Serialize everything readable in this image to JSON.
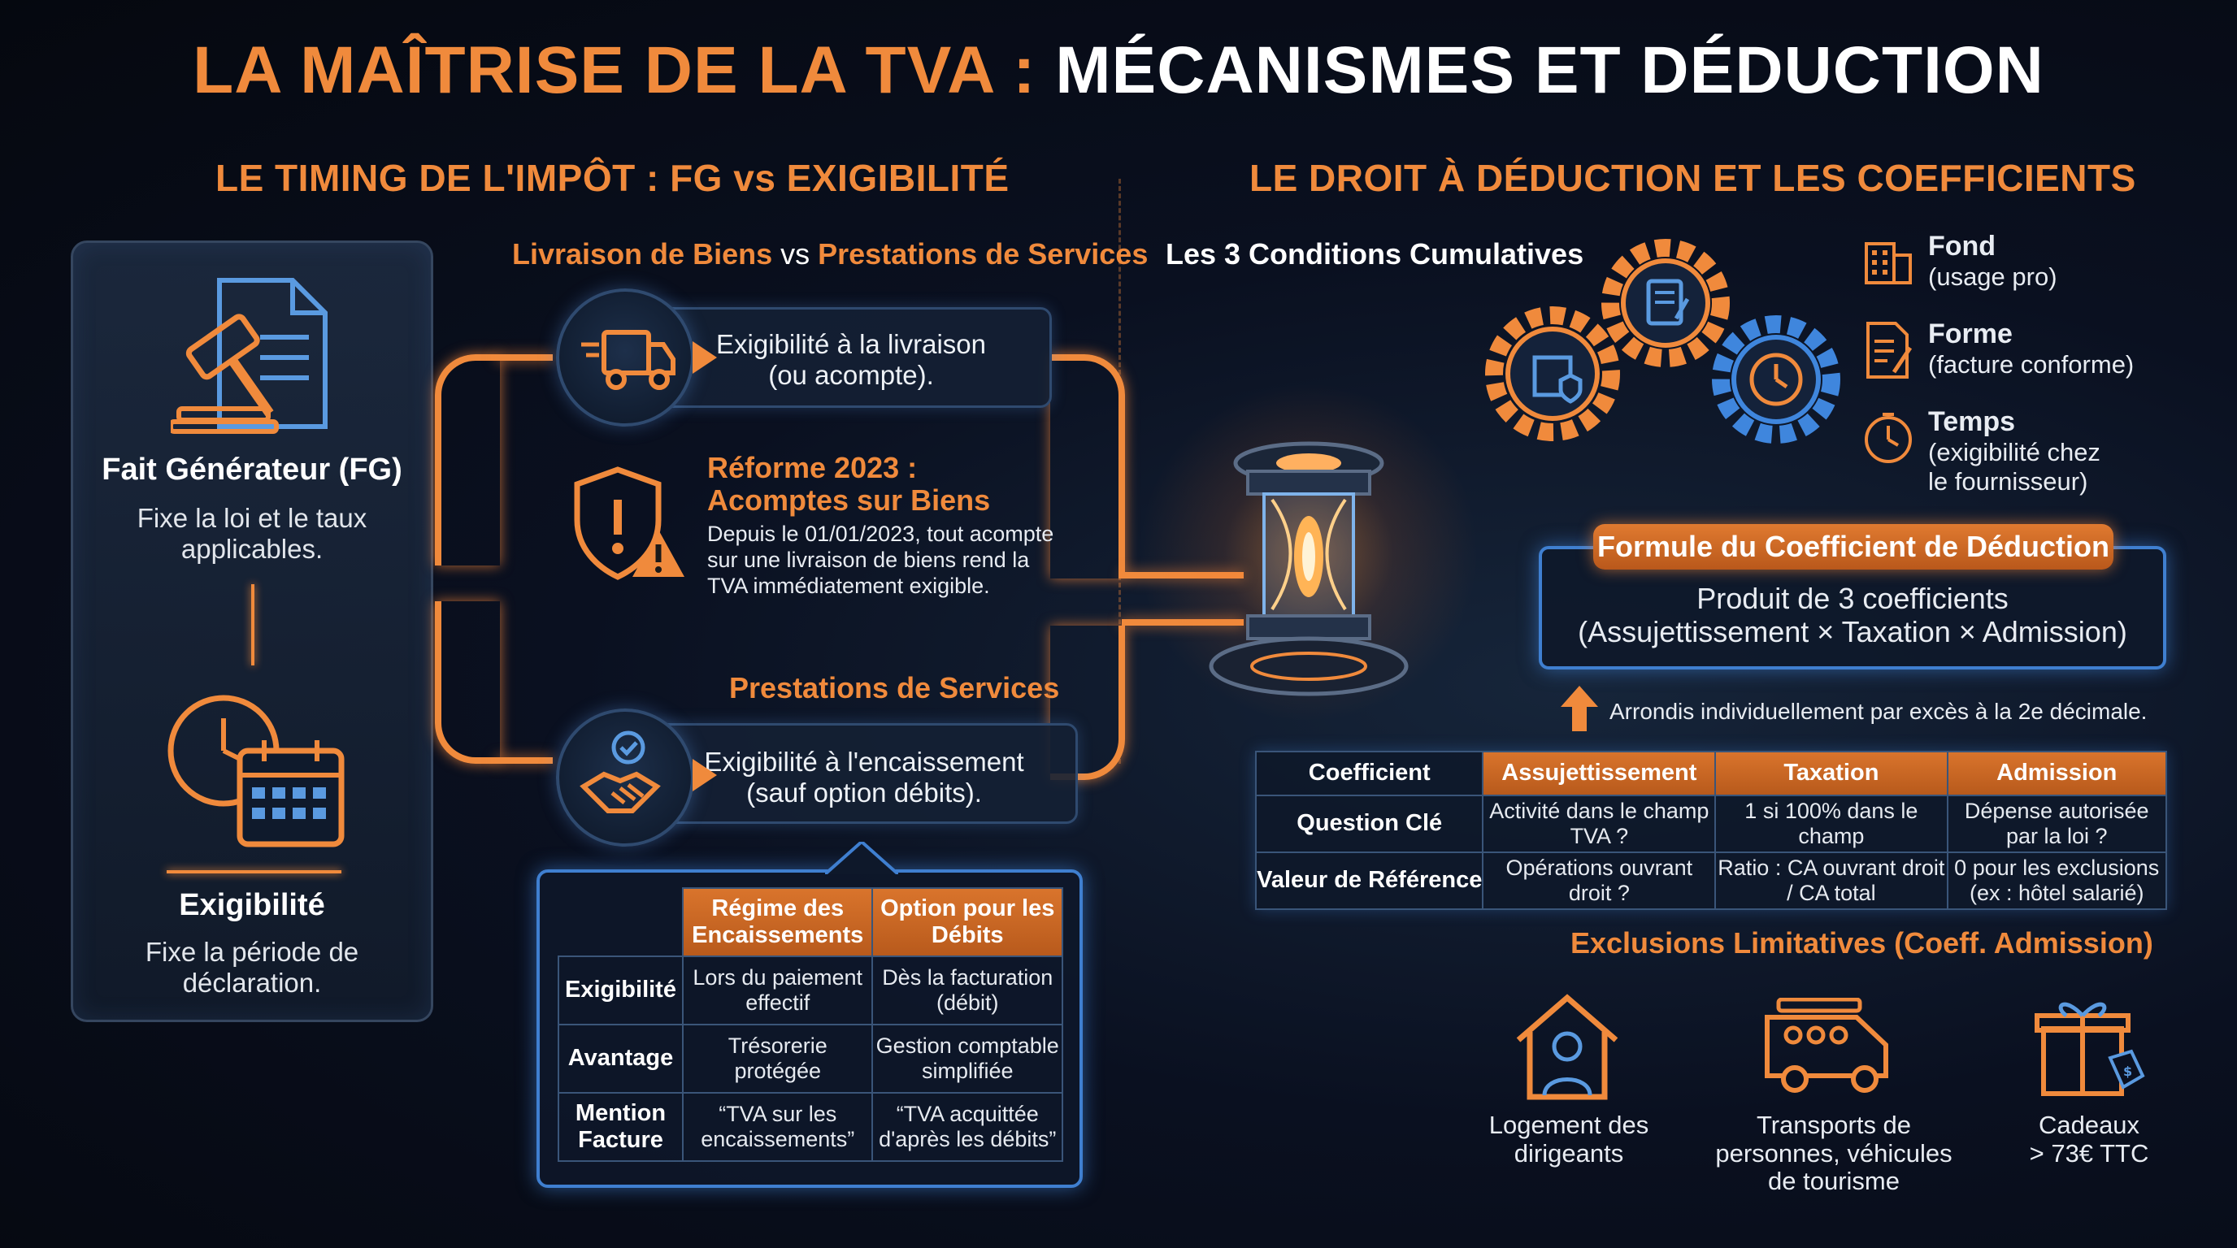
{
  "title": {
    "part1": "LA MAÎTRISE DE LA TVA :",
    "part2": "MÉCANISMES ET DÉDUCTION"
  },
  "left": {
    "section_title": "LE TIMING DE L'IMPÔT : FG vs EXIGIBILITÉ",
    "fg": {
      "title": "Fait Générateur (FG)",
      "text": "Fixe la loi et le taux applicables."
    },
    "exig": {
      "title": "Exigibilité",
      "text": "Fixe la période de déclaration."
    },
    "subheader": {
      "part1": "Livraison de Biens",
      "vs": "vs",
      "part2": "Prestations de Services"
    },
    "livraison": {
      "line1": "Exigibilité à la livraison",
      "line2": "(ou acompte)."
    },
    "reforme": {
      "title1": "Réforme 2023 :",
      "title2": "Acomptes sur Biens",
      "text1": "Depuis le 01/01/2023, tout acompte",
      "text2": "sur une livraison de biens rend la",
      "text3": "TVA immédiatement exigible."
    },
    "services_title": "Prestations de Services",
    "services": {
      "line1": "Exigibilité à l'encaissement",
      "line2": "(sauf option débits)."
    },
    "regime_table": {
      "col1": "Régime des Encaissements",
      "col2": "Option pour les Débits",
      "rows": [
        {
          "label": "Exigibilité",
          "c1": "Lors du paiement effectif",
          "c2": "Dès la facturation (débit)"
        },
        {
          "label": "Avantage",
          "c1": "Trésorerie protégée",
          "c2": "Gestion comptable simplifiée"
        },
        {
          "label": "Mention Facture",
          "c1": "“TVA sur les encaissements”",
          "c2": "“TVA acquittée d'après les débits”"
        }
      ]
    }
  },
  "right": {
    "section_title": "LE DROIT À DÉDUCTION ET LES COEFFICIENTS",
    "conditions_title": "Les 3 Conditions Cumulatives",
    "conditions": [
      {
        "title": "Fond",
        "text": "(usage pro)",
        "icon": "building-icon"
      },
      {
        "title": "Forme",
        "text": "(facture conforme)",
        "icon": "invoice-icon"
      },
      {
        "title": "Temps",
        "text1": "(exigibilité chez",
        "text2": "le fournisseur)",
        "icon": "clock-icon"
      }
    ],
    "formula": {
      "badge": "Formule du Coefficient de Déduction",
      "line1": "Produit de 3 coefficients",
      "line2": "(Assujettissement × Taxation × Admission)"
    },
    "rounding": "Arrondis individuellement par excès à la 2e décimale.",
    "coef_table": {
      "headers": [
        "Coefficient",
        "Assujettissement",
        "Taxation",
        "Admission"
      ],
      "rows": [
        {
          "label": "Question Clé",
          "c1": "Activité dans le champ TVA ?",
          "c2": "1 si 100% dans le champ",
          "c3": "Dépense autorisée par la loi ?"
        },
        {
          "label": "Valeur de Référence",
          "c1": "Opérations ouvrant droit ?",
          "c2": "Ratio : CA ouvrant droit / CA total",
          "c3": "0 pour les exclusions (ex : hôtel salarié)"
        }
      ]
    },
    "exclusions_title": "Exclusions Limitatives (Coeff. Admission)",
    "exclusions": [
      {
        "line1": "Logement des",
        "line2": "dirigeants",
        "line3": "",
        "icon": "house-person-icon"
      },
      {
        "line1": "Transports de",
        "line2": "personnes, véhicules",
        "line3": "de tourisme",
        "icon": "van-icon"
      },
      {
        "line1": "Cadeaux",
        "line2": "> 73€ TTC",
        "line3": "",
        "icon": "gift-icon"
      }
    ]
  },
  "colors": {
    "accent": "#f08a3c",
    "blue": "#4a8fd8",
    "bg": "#070b14"
  }
}
